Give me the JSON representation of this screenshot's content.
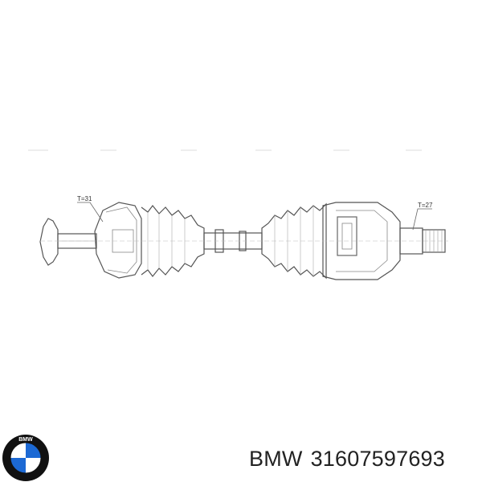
{
  "product": {
    "brand": "BMW",
    "part_number": "31607597693"
  },
  "diagram": {
    "inner_label": "T=31",
    "outer_label": "T=27"
  },
  "logo": {
    "name": "bmw-roundel-logo",
    "text": "BMW",
    "colors": {
      "ring": "#111111",
      "blue": "#1c69d4",
      "white": "#ffffff"
    }
  }
}
